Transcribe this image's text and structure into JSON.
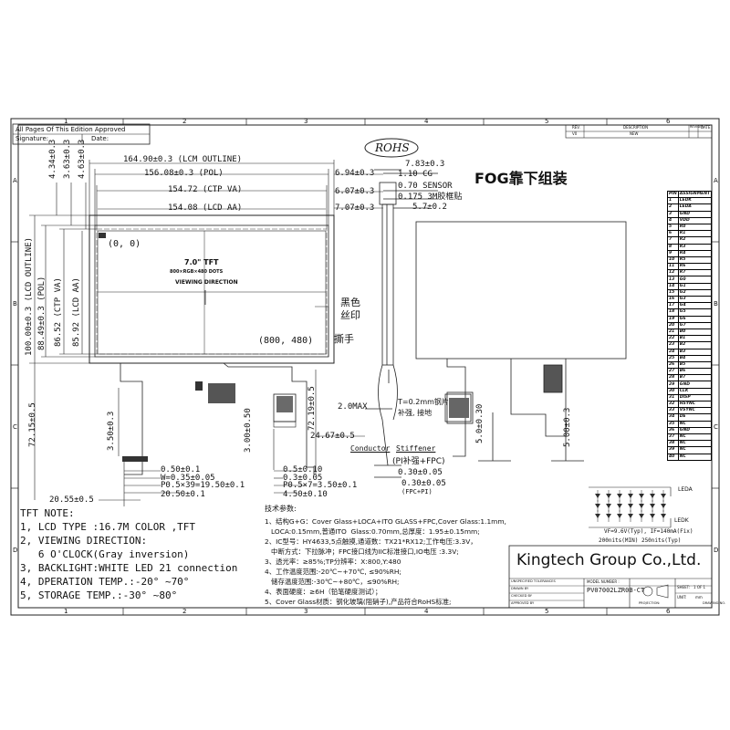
{
  "approval": {
    "title": "All Pages Of This Edition Approved",
    "signature_label": "Signature:",
    "date_label": "Date:"
  },
  "border_numbers": [
    "1",
    "2",
    "3",
    "4",
    "5",
    "6"
  ],
  "border_letters": [
    "A",
    "B",
    "C",
    "D"
  ],
  "rohs": "ROHS",
  "fog_title": "FOG靠下组装",
  "revision": {
    "rev_label": "REV.",
    "desc_label": "DESCRIPTION",
    "reviser_label": "REVISER",
    "date_label": "DATE",
    "rev_value": "V0",
    "desc_value": "NEW"
  },
  "pin_table": {
    "header": [
      "PIN",
      "ASSIGNMENT"
    ],
    "rows": [
      [
        "1",
        "LEDK"
      ],
      [
        "2",
        "LEDA"
      ],
      [
        "3",
        "GND"
      ],
      [
        "4",
        "VDD"
      ],
      [
        "5",
        "R0"
      ],
      [
        "6",
        "R1"
      ],
      [
        "7",
        "R2"
      ],
      [
        "8",
        "R3"
      ],
      [
        "9",
        "R4"
      ],
      [
        "10",
        "R5"
      ],
      [
        "11",
        "R6"
      ],
      [
        "12",
        "R7"
      ],
      [
        "13",
        "G0"
      ],
      [
        "14",
        "G1"
      ],
      [
        "15",
        "G2"
      ],
      [
        "16",
        "G3"
      ],
      [
        "17",
        "G4"
      ],
      [
        "18",
        "G5"
      ],
      [
        "19",
        "G6"
      ],
      [
        "20",
        "G7"
      ],
      [
        "21",
        "B0"
      ],
      [
        "22",
        "B1"
      ],
      [
        "23",
        "B2"
      ],
      [
        "24",
        "B3"
      ],
      [
        "25",
        "B4"
      ],
      [
        "26",
        "B5"
      ],
      [
        "27",
        "B6"
      ],
      [
        "28",
        "B7"
      ],
      [
        "29",
        "GND"
      ],
      [
        "30",
        "CLK"
      ],
      [
        "31",
        "DISP"
      ],
      [
        "32",
        "HSYNC"
      ],
      [
        "33",
        "VSYNC"
      ],
      [
        "34",
        "DE"
      ],
      [
        "35",
        "NC"
      ],
      [
        "36",
        "GND"
      ],
      [
        "37",
        "NC"
      ],
      [
        "38",
        "NC"
      ],
      [
        "39",
        "NC"
      ],
      [
        "40",
        "NC"
      ]
    ]
  },
  "front_dims": {
    "lcm_outline": "164.90±0.3 (LCM OUTLINE)",
    "pol": "156.08±0.3 (POL)",
    "ctp_va": "154.72 (CTP VA)",
    "lcd_aa": "154.08 (LCD AA)",
    "v_434": "4.34±0.3",
    "v_363": "3.63±0.3",
    "v_463": "4.63±0.3",
    "v_lcm": "100.00±0.3 (LCD OUTLINE)",
    "v_pol": "88.49±0.3 (POL)",
    "v_ctp": "86.52 (CTP VA)",
    "v_lcd": "85.92 (LCD AA)",
    "r_694": "6.94±0.3",
    "r_607": "6.07±0.3",
    "r_707": "7.07±0.3",
    "origin": "(0, 0)",
    "corner": "(800, 480)",
    "center_title": "7.0\" TFT",
    "center_sub": "800×RGB×480 DOTS",
    "center_view": "VIEWING DIRECTION",
    "black_print": "黑色\n丝印",
    "tear": "撕手",
    "v_7215": "72.15±0.5",
    "v_350": "3.50±0.3",
    "v_300": "3.00±0.50",
    "v_7219": "72.19±0.5",
    "h_2467": "24.67±0.5",
    "h_050": "0.50±0.1",
    "h_w": "W=0.35±0.05",
    "h_p": "P0.5×39=19.50±0.1",
    "h_2050": "20.50±0.1",
    "h_2055": "20.55±0.5",
    "h_r05": "0.5±0.10",
    "h_r03": "0.3±0.05",
    "h_rp": "P0.5×7=3.50±0.1",
    "h_450": "4.50±0.10"
  },
  "side_dims": {
    "d_783": "7.83±0.3",
    "d_cg": "1.10 CG",
    "d_sensor": "0.70 SENSOR",
    "d_tape": "0.175 3M胶框贴",
    "d_57": "5.7±0.2",
    "max": "2.0MAX",
    "stiff_note1": "T=0.2mm钢片",
    "stiff_note2": "补强, 接地",
    "conductor": "Conductor",
    "stiffener": "Stiffener",
    "pi": "(PI补强+FPC)",
    "d_030": "0.30±0.05",
    "d_030b": "0.30±0.05",
    "fpc_pi": "(FPC+PI)",
    "d_50": "5.0±0.30",
    "d_500": "5.00±0.3"
  },
  "led": {
    "leda": "LEDA",
    "ledk": "LEDK",
    "vf": "VF=9.6V(Typ), IF=140mA(Fix)",
    "nits": "200nits(MIN) 250nits(Typ)"
  },
  "tft_note": {
    "title": "TFT NOTE:",
    "lines": [
      "1, LCD TYPE :16.7M COLOR ,TFT",
      "2, VIEWING DIRECTION:",
      "   6 O'CLOCK(Gray inversion)",
      "3, BACKLIGHT:WHITE LED 21 connection",
      "4, DPERATION TEMP.:-20° ~70°",
      "5, STORAGE TEMP.:-30° ~80°"
    ]
  },
  "tech_params": {
    "title": "技术参数:",
    "lines": [
      "1、结构G+G：Cover Glass+LOCA+ITO GLASS+FPC,Cover Glass:1.1mm,",
      "   LOCA:0.15mm,普通ITO  Glass:0.70mm,总厚度：1.95±0.15mm;",
      "2、IC型号：HY4633,5点触摸,通道数：TX21*RX12;工作电压:3.3V，",
      "   中断方式：下拉脉冲；FPC接口线为IIC标准接口,IO电压 :3.3V;",
      "3、透光率：≥85%;TP分辨率：X:800,Y:480",
      "4、工作温度范围:-20℃~+70℃, ≤90%RH;",
      "   储存温度范围:-30℃~+80℃，≤90%RH;",
      "4、表面硬度：≥6H（铅笔硬度测试）；",
      "5、Cover Glass材质：钢化玻璃(阻硝子),产品符合RoHS标准;"
    ]
  },
  "company": "Kingtech Group Co.,Ltd.",
  "title_block": {
    "model_label": "MODEL NUMBER :",
    "model": "PV07002LZR0B-CT",
    "sheet_label": "SHEET:",
    "sheet": "1 OF 1",
    "unit_label": "UNIT:",
    "unit": "mm",
    "projection_label": "PROJECTION:",
    "drawn": "DRAWN BY",
    "checked": "CHECKED BY",
    "approved": "APPROVED BY",
    "tolerance": "UNSPECIFIED TOLERANCES",
    "scale": "SCALE",
    "drawing_no": "DRAWING NO."
  }
}
